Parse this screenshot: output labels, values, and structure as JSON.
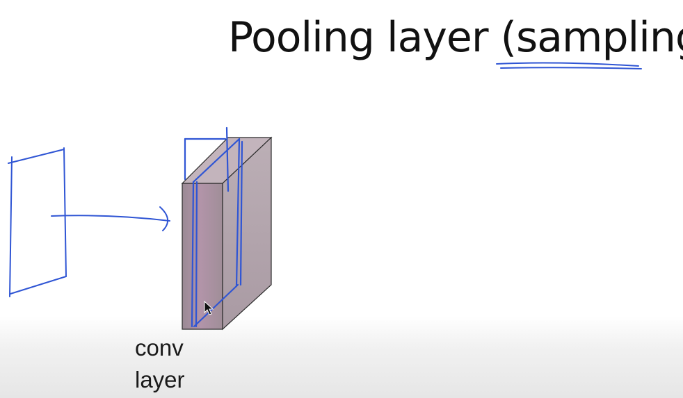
{
  "slide": {
    "title": "Pooling layer (sampling)",
    "caption_lines": [
      "conv",
      "layer"
    ]
  },
  "colors": {
    "ink": "#2f55d4",
    "block_front": "#9d8b95",
    "block_side": "#b7abb2",
    "block_top": "#c4b4bd",
    "text": "#111111"
  },
  "icons": {
    "cursor": "mouse-pointer-icon"
  }
}
